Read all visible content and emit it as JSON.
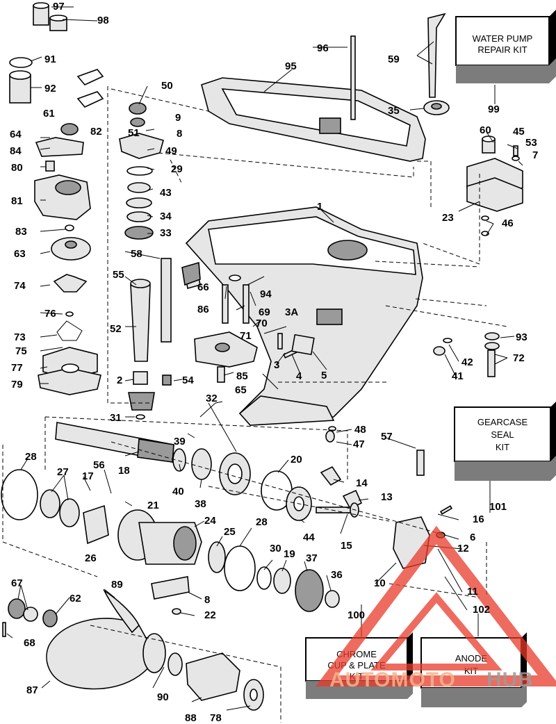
{
  "diagram": {
    "labels": [
      "1",
      "2",
      "3",
      "3A",
      "4",
      "5",
      "6",
      "7",
      "8",
      "8",
      "9",
      "10",
      "11",
      "12",
      "13",
      "14",
      "15",
      "16",
      "17",
      "18",
      "19",
      "20",
      "21",
      "22",
      "23",
      "24",
      "25",
      "26",
      "27",
      "28",
      "28",
      "29",
      "30",
      "31",
      "32",
      "33",
      "34",
      "35",
      "36",
      "37",
      "38",
      "39",
      "40",
      "41",
      "42",
      "43",
      "44",
      "45",
      "46",
      "47",
      "48",
      "49",
      "50",
      "51",
      "52",
      "53",
      "54",
      "55",
      "56",
      "57",
      "58",
      "59",
      "60",
      "61",
      "62",
      "63",
      "64",
      "65",
      "66",
      "67",
      "68",
      "69",
      "70",
      "71",
      "72",
      "73",
      "74",
      "75",
      "76",
      "77",
      "78",
      "79",
      "80",
      "81",
      "82",
      "83",
      "84",
      "85",
      "86",
      "87",
      "88",
      "89",
      "90",
      "91",
      "92",
      "93",
      "94",
      "95",
      "96",
      "97",
      "98",
      "99",
      "100",
      "101",
      "102"
    ],
    "kits": [
      {
        "lines": [
          "WATER PUMP",
          "REPAIR KIT"
        ]
      },
      {
        "lines": [
          "GEARCASE",
          "SEAL",
          "KIT"
        ]
      },
      {
        "lines": [
          "CHROME",
          "CUP & PLATE",
          "KIT"
        ]
      },
      {
        "lines": [
          "ANODE",
          "KIT"
        ]
      }
    ]
  },
  "watermark": {
    "part1": "AUTOMOTO",
    "part2": "HUB",
    "accent_color": "#e8392a"
  }
}
